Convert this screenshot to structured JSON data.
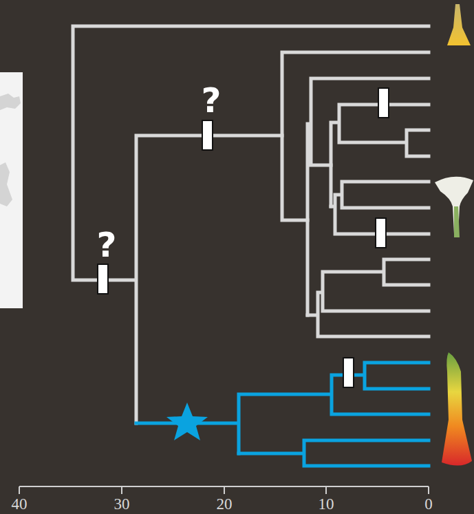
{
  "diagram": {
    "labels": [
      "?",
      "?",
      "40",
      "30",
      "20",
      "10",
      "0"
    ]
  }
}
